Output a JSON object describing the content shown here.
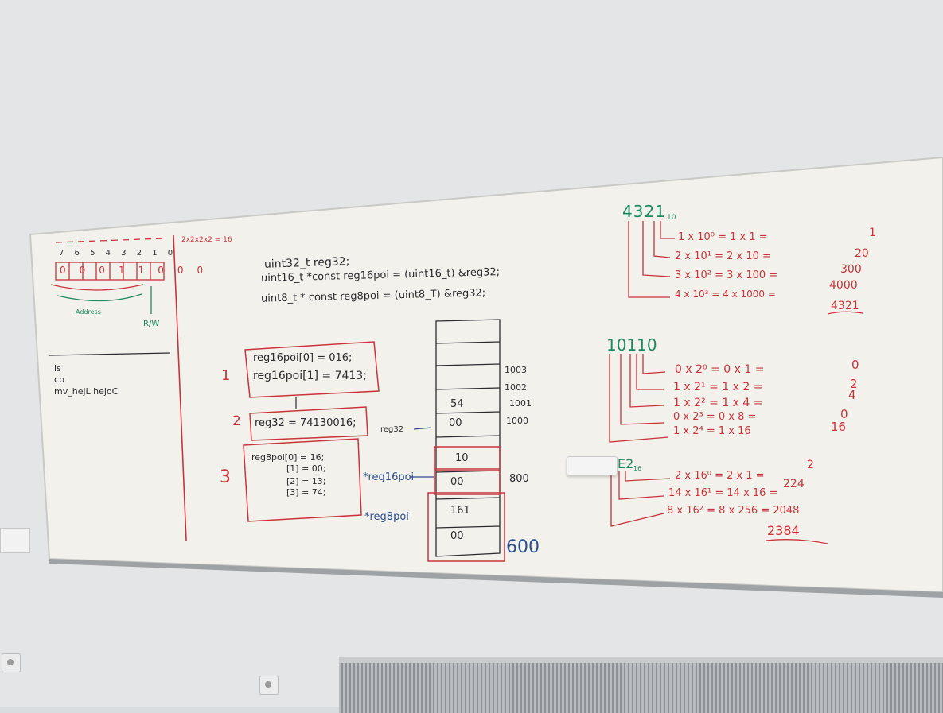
{
  "colors": {
    "black_marker": "#2b2b30",
    "red_marker": "#c8343a",
    "green_marker": "#1f8a62",
    "blue_marker": "#2c4f8f",
    "board": "#f3f1ec"
  },
  "notes": {
    "bit_numbers": "7 6 5 4 3 2 1 0",
    "bit_values": "0 0 0 1 1 0 0 0",
    "address_label": "Address",
    "rw_label": "R/W",
    "pow_note": "2x2x2x2 = 16",
    "cmd_ls": "ls",
    "cmd_cp": "cp",
    "cmd_mv": "mv_hejL hejoC",
    "decl1": "uint32_t      reg32;",
    "decl2": "uint16_t *const reg16poi = (uint16_t)  &reg32;",
    "decl3": "uint8_t * const reg8poi = (uint8_T)  &reg32;",
    "step1": "1",
    "step2": "2",
    "step3": "3",
    "box1_line1": "reg16poi[0] = 016;",
    "box1_line2": "reg16poi[1] = 7413;",
    "box2_line1": "reg32  = 74130016;",
    "box3_line1": "reg8poi[0] = 16;",
    "box3_line2": "[1] = 00;",
    "box3_line3": "[2] = 13;",
    "box3_line4": "[3] = 74;",
    "mem_1003": "1003",
    "mem_1002": "1002",
    "mem_1001": "1001",
    "mem_1000": "1000",
    "mem_800": "800",
    "mem_600": "600",
    "cell_54": "54",
    "cell_00a": "00",
    "cell_10": "10",
    "cell_00b": "00",
    "cell_161": "161",
    "cell_00c": "00",
    "ptr_reg32": "reg32",
    "ptr_reg16": "*reg16poi",
    "ptr_reg8": "*reg8poi",
    "dec_number": "4321",
    "dec_base": "10",
    "dec_r1": "1 x 10⁰ = 1 x 1 =",
    "dec_r2": "2 x 10¹ = 2 x 10 =",
    "dec_r3": "3 x 10² = 3 x 100 =",
    "dec_r4": "4 x 10³ = 4 x 1000 =",
    "dec_v1": "1",
    "dec_v2": "20",
    "dec_v3": "300",
    "dec_v4": "4000",
    "dec_sum": "4321",
    "bin_number": "10110",
    "bin_r1": "0 x 2⁰ = 0 x 1 =",
    "bin_r2": "1 x 2¹ = 1 x 2 =",
    "bin_r3": "1 x 2² = 1 x 4 =",
    "bin_r4": "0 x 2³ = 0 x 8 =",
    "bin_r5": "1 x 2⁴ = 1 x 16",
    "bin_v1": "0",
    "bin_v2": "2",
    "bin_v3": "4",
    "bin_v4": "0",
    "bin_v5": "16",
    "hex_number": "E2",
    "hex_base": "16",
    "hex_r1": "2 x 16⁰ = 2 x 1 =",
    "hex_r2": "14 x 16¹ = 14 x 16 =",
    "hex_r3": "8 x 16² = 8 x 256 = 2048",
    "hex_v1": "2",
    "hex_v2": "224",
    "hex_sum": "2384"
  }
}
